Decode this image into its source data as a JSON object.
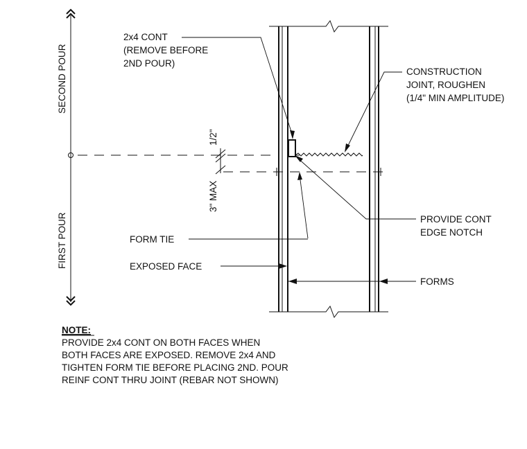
{
  "labels": {
    "second_pour": "SECOND POUR",
    "first_pour": "FIRST POUR",
    "twobyfour": [
      "2x4 CONT",
      "(REMOVE BEFORE",
      "2ND POUR)"
    ],
    "construction_joint": [
      "CONSTRUCTION",
      "JOINT, ROUGHEN",
      "(1/4\" MIN AMPLITUDE)"
    ],
    "half_inch": "1/2\"",
    "three_max": "3\" MAX",
    "edge_notch": [
      "PROVIDE CONT",
      "EDGE NOTCH"
    ],
    "form_tie": "FORM TIE",
    "exposed_face": "EXPOSED FACE",
    "forms": "FORMS"
  },
  "note": {
    "heading": "NOTE:",
    "lines": [
      "PROVIDE 2x4 CONT ON BOTH FACES WHEN",
      "BOTH FACES ARE EXPOSED. REMOVE 2x4 AND",
      "TIGHTEN FORM TIE BEFORE PLACING 2ND. POUR",
      "REINF CONT THRU JOINT (REBAR NOT SHOWN)"
    ]
  }
}
